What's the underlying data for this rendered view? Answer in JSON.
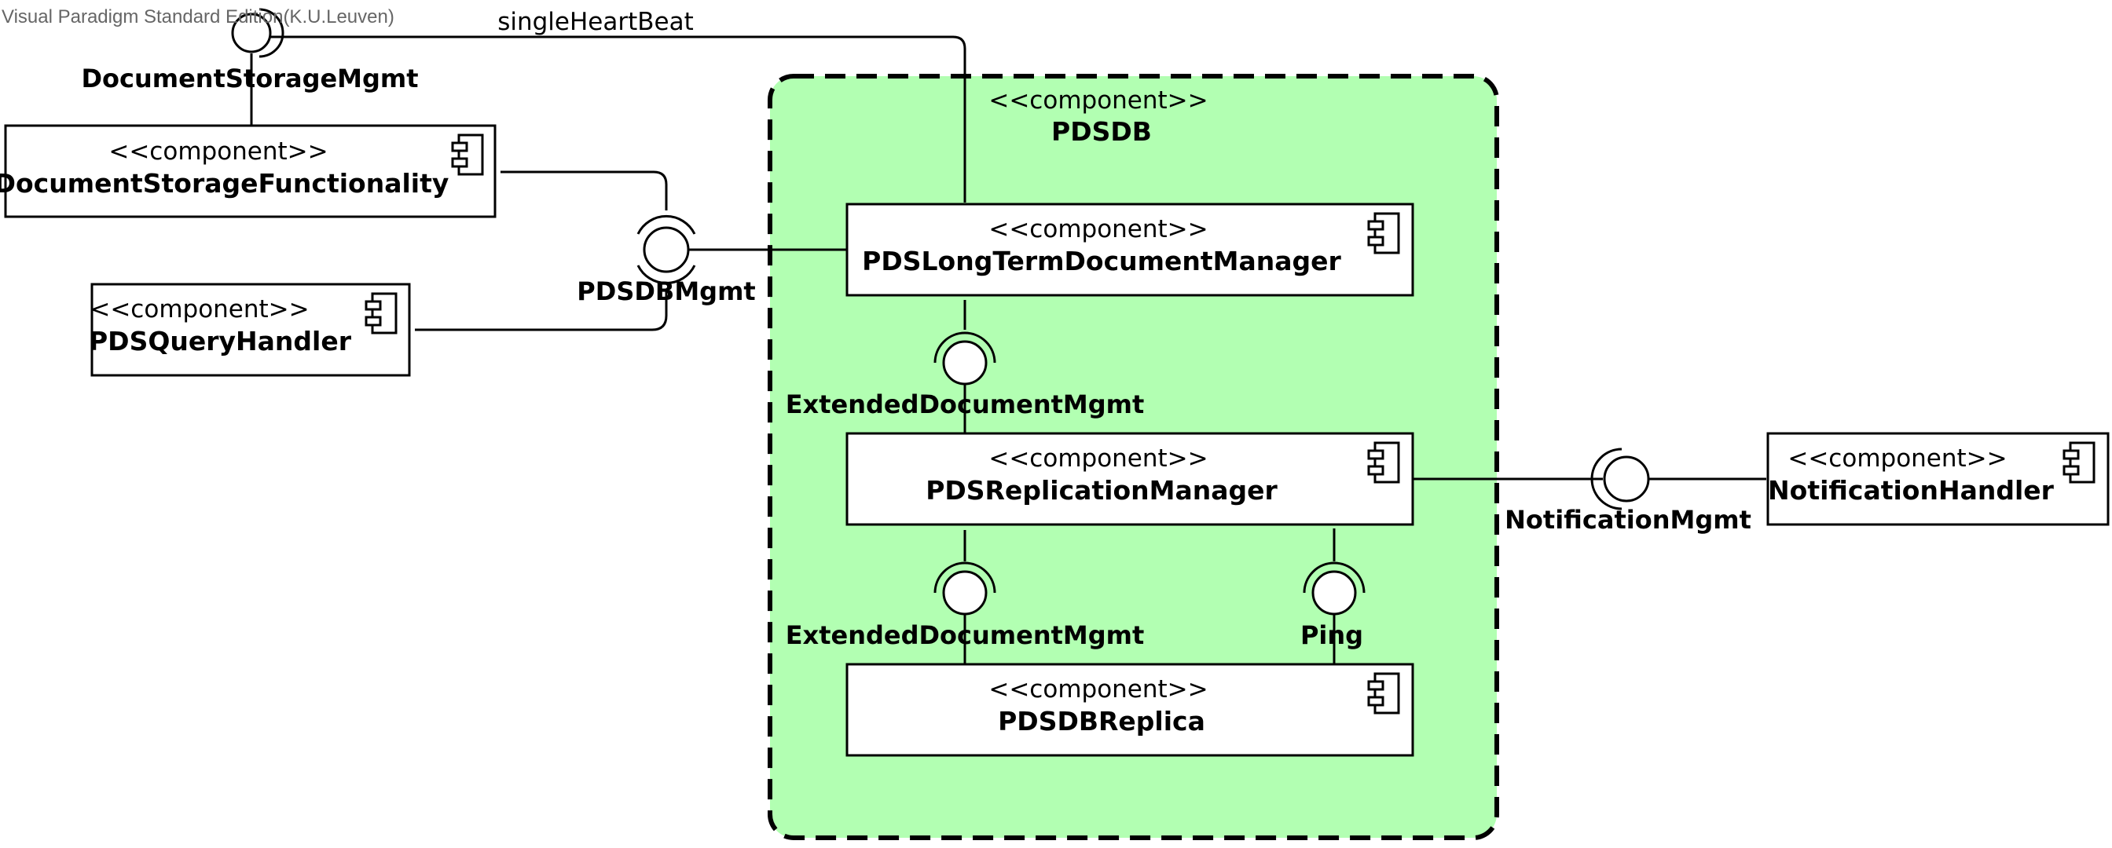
{
  "watermark": "Visual Paradigm Standard Edition(K.U.Leuven)",
  "colors": {
    "container_fill": "#b2ffb2",
    "stroke": "#000000",
    "box_fill": "#ffffff"
  },
  "container": {
    "stereotype": "<<component>>",
    "name": "PDSDB"
  },
  "components": {
    "document_storage_functionality": {
      "stereotype": "<<component>>",
      "name": "DocumentStorageFunctionality"
    },
    "pds_query_handler": {
      "stereotype": "<<component>>",
      "name": "PDSQueryHandler"
    },
    "pds_long_term_document_manager": {
      "stereotype": "<<component>>",
      "name": "PDSLongTermDocumentManager"
    },
    "pds_replication_manager": {
      "stereotype": "<<component>>",
      "name": "PDSReplicationManager"
    },
    "pdsdb_replica": {
      "stereotype": "<<component>>",
      "name": "PDSDBReplica"
    },
    "notification_handler": {
      "stereotype": "<<component>>",
      "name": "NotificationHandler"
    }
  },
  "interfaces": {
    "document_storage_mgmt": "DocumentStorageMgmt",
    "pdsdb_mgmt": "PDSDBMgmt",
    "extended_document_mgmt_1": "ExtendedDocumentMgmt",
    "extended_document_mgmt_2": "ExtendedDocumentMgmt",
    "ping": "Ping",
    "notification_mgmt": "NotificationMgmt"
  },
  "connectors": {
    "single_heart_beat": "singleHeartBeat"
  },
  "icons": {
    "component": "component-icon"
  }
}
